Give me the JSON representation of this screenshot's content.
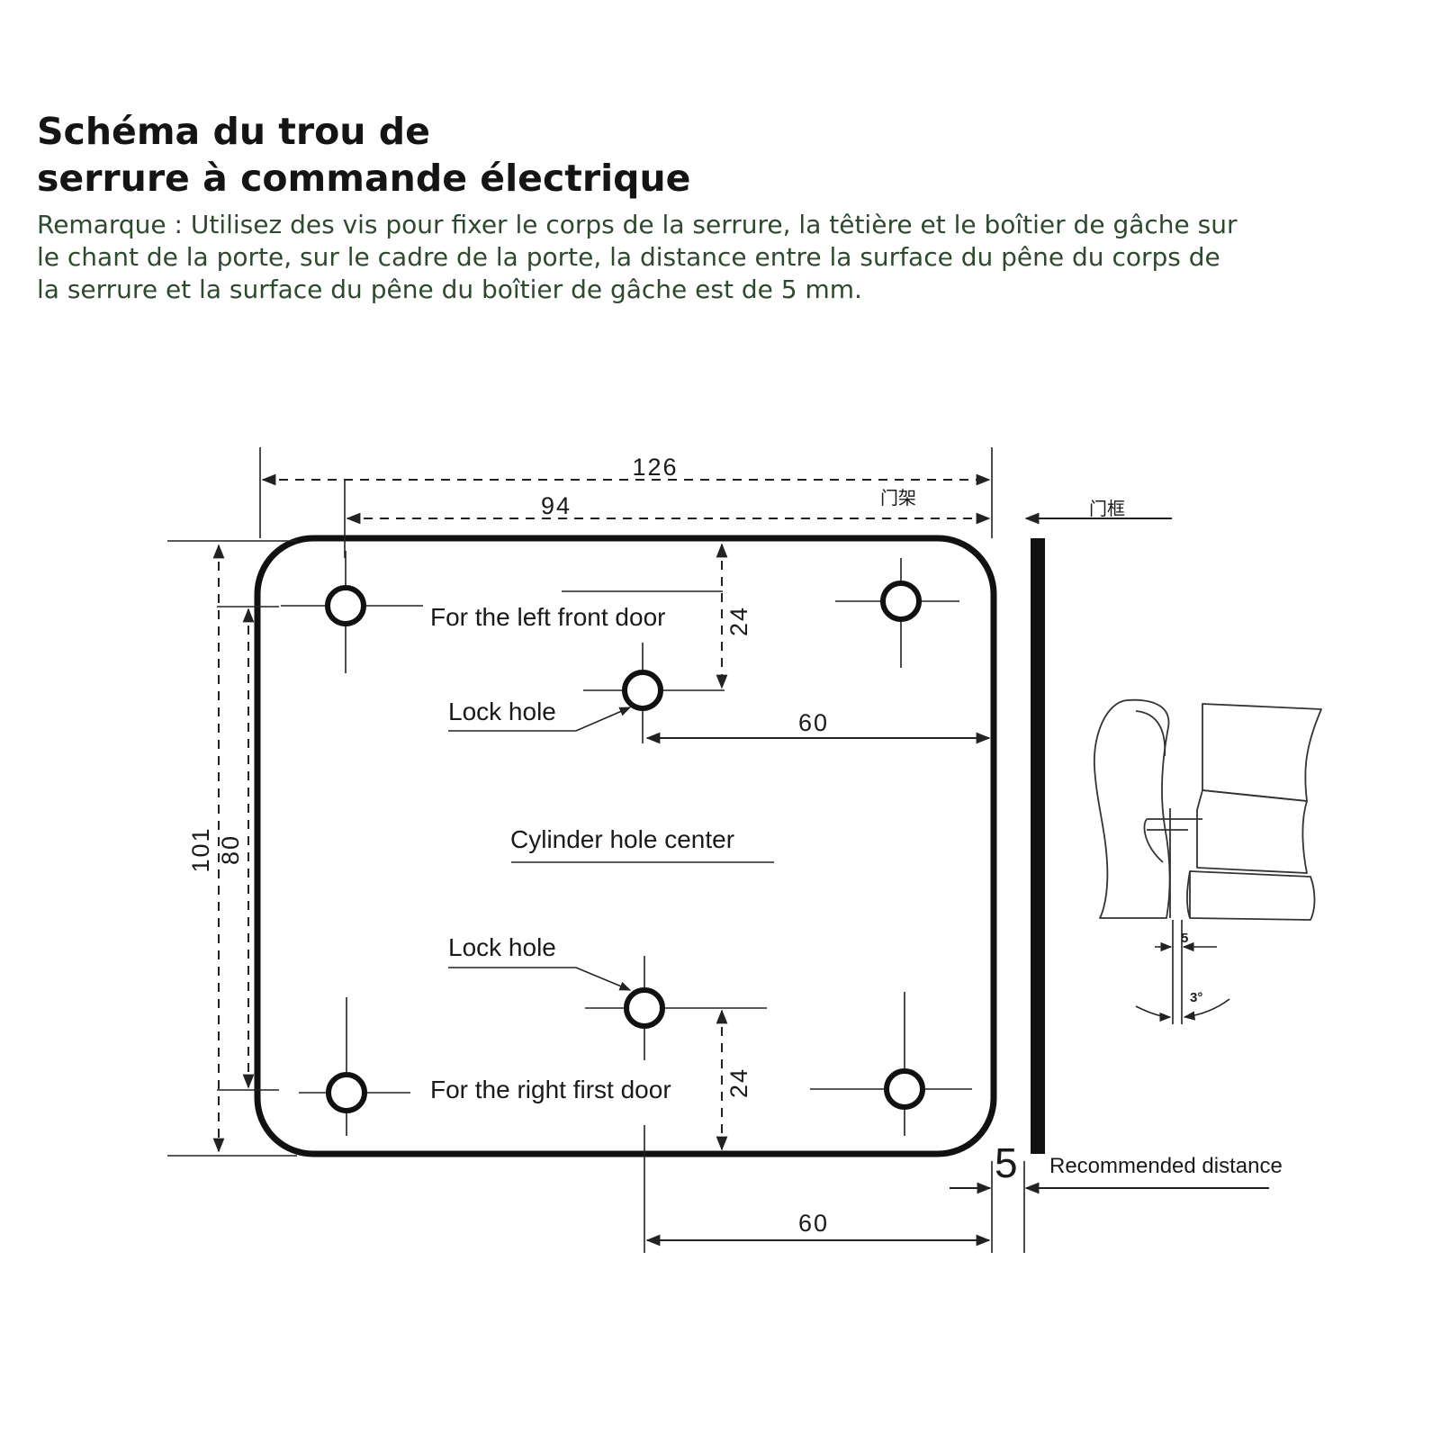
{
  "header": {
    "title_line1": "Schéma du trou de",
    "title_line2": "serrure à commande électrique",
    "note_line1": "Remarque : Utilisez des vis pour fixer le corps de la serrure, la têtière et le boîtier de gâche sur",
    "note_line2": "le chant de la porte, sur le cadre de la porte, la distance entre la surface du pêne du corps de",
    "note_line3": "la serrure et la surface du pêne du boîtier de gâche est de 5 mm."
  },
  "diagram": {
    "dim_overall_width": "126",
    "dim_hole_spacing_horizontal": "94",
    "dim_overall_height": "101",
    "dim_hole_spacing_vertical": "80",
    "dim_top_lock_offset": "24",
    "dim_bottom_lock_offset": "24",
    "dim_top_lock_to_edge": "60",
    "dim_bottom_lock_to_edge": "60",
    "label_door_frame": "门架",
    "label_frame": "门框",
    "label_left_door": "For the left front door",
    "label_right_door": "For the right first door",
    "label_lock_hole_top": "Lock hole",
    "label_lock_hole_bottom": "Lock hole",
    "label_cylinder_center": "Cylinder hole center",
    "label_gap": "5",
    "label_recommended": "Recommended distance",
    "detail_gap": "5",
    "detail_angle": "3°"
  }
}
